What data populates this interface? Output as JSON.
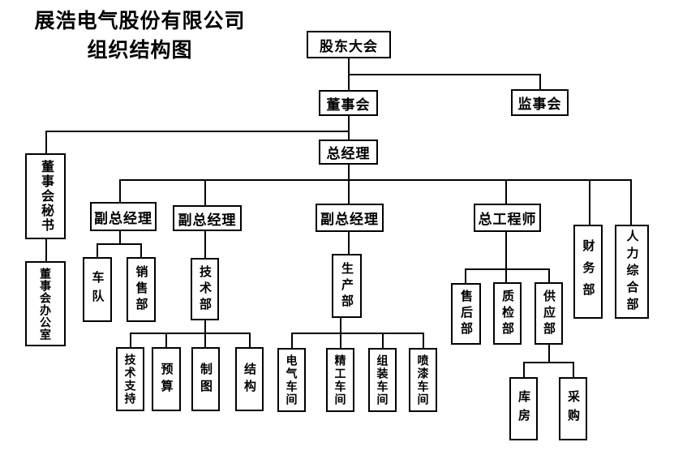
{
  "title": {
    "line1": "展浩电气股份有限公司",
    "line2": "组织结构图"
  },
  "colors": {
    "background": "#ffffff",
    "line": "#000000",
    "box_border": "#000000",
    "text": "#000000"
  },
  "diagram_type": "organizational-chart",
  "nodes": {
    "shareholders_meeting": {
      "label": "股东大会",
      "parent": null
    },
    "board_of_directors": {
      "label": "董事会",
      "parent": "shareholders_meeting"
    },
    "supervisory_board": {
      "label": "监事会",
      "parent": "shareholders_meeting"
    },
    "general_manager": {
      "label": "总经理",
      "parent": "board_of_directors"
    },
    "board_secretary": {
      "label": "董事会秘书",
      "parent": "board_of_directors"
    },
    "board_office": {
      "label": "董事会办公室",
      "parent": "board_secretary"
    },
    "deputy_gm_1": {
      "label": "副总经理",
      "parent": "general_manager"
    },
    "deputy_gm_2": {
      "label": "副总经理",
      "parent": "general_manager"
    },
    "deputy_gm_3": {
      "label": "副总经理",
      "parent": "general_manager"
    },
    "chief_engineer": {
      "label": "总工程师",
      "parent": "general_manager"
    },
    "finance_dept": {
      "label": "财务部",
      "parent": "general_manager"
    },
    "hr_general_dept": {
      "label": "人力综合部",
      "parent": "general_manager"
    },
    "motor_pool": {
      "label": "车队",
      "parent": "deputy_gm_1"
    },
    "sales_dept": {
      "label": "销售部",
      "parent": "deputy_gm_1"
    },
    "tech_dept": {
      "label": "技术部",
      "parent": "deputy_gm_2"
    },
    "tech_support": {
      "label": "技术支持",
      "parent": "tech_dept"
    },
    "budget": {
      "label": "预算",
      "parent": "tech_dept"
    },
    "drafting": {
      "label": "制图",
      "parent": "tech_dept"
    },
    "structure": {
      "label": "结构",
      "parent": "tech_dept"
    },
    "production_dept": {
      "label": "生产部",
      "parent": "deputy_gm_3"
    },
    "electrical_workshop": {
      "label": "电气车间",
      "parent": "production_dept"
    },
    "precision_workshop": {
      "label": "精工车间",
      "parent": "production_dept"
    },
    "assembly_workshop": {
      "label": "组装车间",
      "parent": "production_dept"
    },
    "paint_workshop": {
      "label": "喷漆车间",
      "parent": "production_dept"
    },
    "after_sales_dept": {
      "label": "售后部",
      "parent": "chief_engineer"
    },
    "qc_dept": {
      "label": "质检部",
      "parent": "chief_engineer"
    },
    "supply_dept": {
      "label": "供应部",
      "parent": "chief_engineer"
    },
    "warehouse": {
      "label": "库房",
      "parent": "supply_dept"
    },
    "purchasing": {
      "label": "采购",
      "parent": "supply_dept"
    }
  }
}
